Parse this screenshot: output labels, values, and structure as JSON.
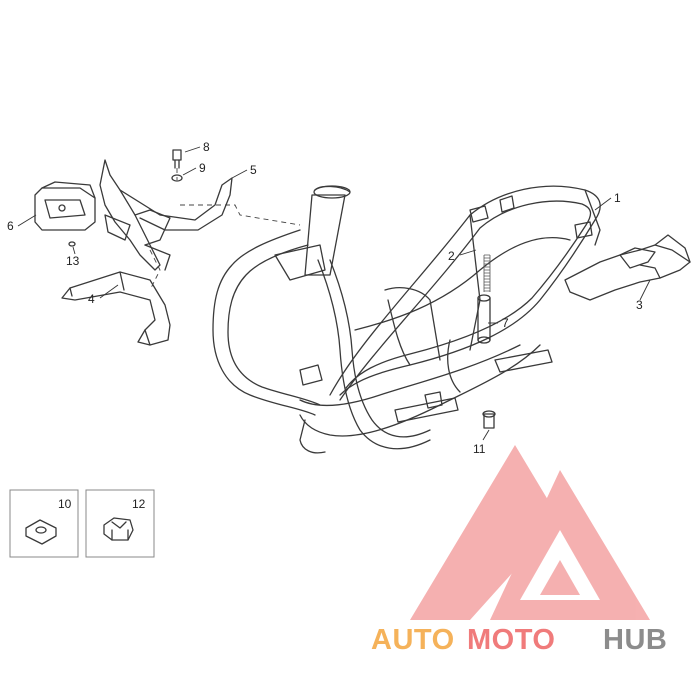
{
  "diagram": {
    "callouts": [
      "1",
      "2",
      "3",
      "4",
      "5",
      "6",
      "7",
      "8",
      "9",
      "10",
      "11",
      "12",
      "13"
    ]
  },
  "watermark": {
    "brand_part1": "AUTO",
    "brand_part2": "MOTO",
    "brand_part3": "HUB",
    "color_orange": "#f5b25a",
    "color_pink": "#f07b7b",
    "color_gray": "#8c8c8c"
  }
}
